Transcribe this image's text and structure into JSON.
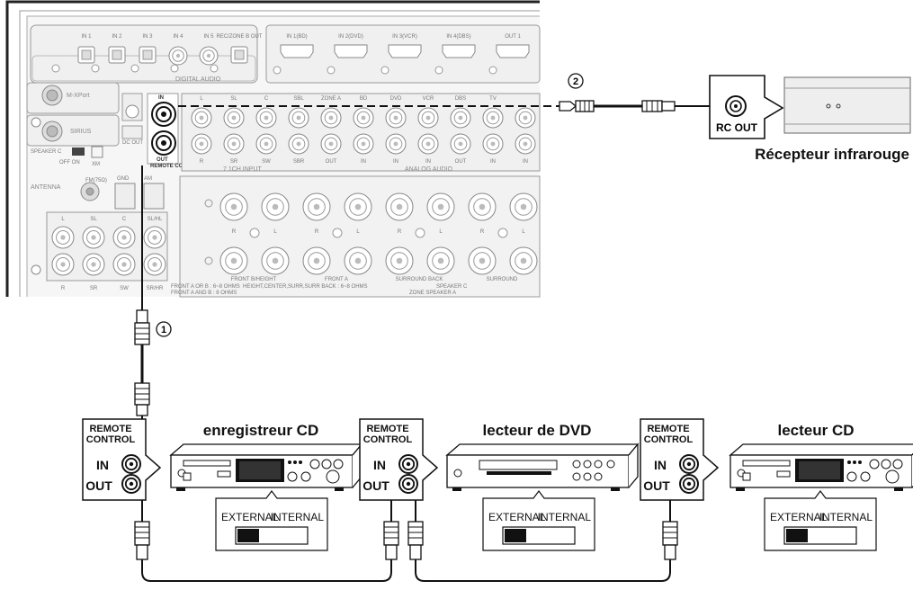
{
  "receiver_panel": {
    "digital_audio_label": "DIGITAL AUDIO",
    "digital_inputs": [
      "IN 1",
      "IN 2",
      "IN 3",
      "IN 4",
      "IN 5",
      "REC/ZONE B OUT"
    ],
    "hdmi_inputs": [
      "IN 1(BD)",
      "IN 2(DVD)",
      "IN 3(VCR)",
      "IN 4(DBS)",
      "OUT 1"
    ],
    "m_xport": "M-XPort",
    "sirius": "SIRIUS",
    "speaker_c": "SPEAKER C",
    "speaker_c_switch": "OFF ON",
    "xm": "XM",
    "antenna": "ANTENNA",
    "fm": "FM(75Ω)",
    "gnd": "GND",
    "am": "AM",
    "dc_out": "DC OUT",
    "remote_in": "IN",
    "remote_out": "OUT",
    "remote_cont": "REMOTE CONT.",
    "analog_audio_label": "ANALOG AUDIO",
    "input_71ch": "7.1CH INPUT",
    "analog_top": [
      "L",
      "SL",
      "C",
      "SBL",
      "ZONE A",
      "BD",
      "DVD",
      "VCR",
      "DBS",
      "TV"
    ],
    "analog_bottom": [
      "R",
      "SR",
      "SW",
      "SBR",
      "OUT",
      "IN",
      "IN",
      "IN",
      "OUT",
      "IN",
      "IN"
    ],
    "preout_top": [
      "L",
      "SL",
      "C",
      "SL/HL"
    ],
    "preout_bottom": [
      "R",
      "SR",
      "SW",
      "SR/HR"
    ],
    "speaker_groups": [
      "FRONT B/HEIGHT",
      "FRONT A",
      "SURROUND BACK",
      "SURROUND"
    ],
    "speaker_c_zone": "SPEAKER C",
    "zone_speaker": "ZONE SPEAKER A",
    "impedance_notes": [
      "FRONT A OR B : 6~8 OHMS",
      "FRONT A AND B : 8 OHMS",
      "HEIGHT,CENTER,SURR,SURR BACK : 6~8 OHMS"
    ]
  },
  "connectors": {
    "marker_1": "1",
    "marker_2": "2"
  },
  "ir_receiver": {
    "port_label": "RC OUT",
    "name": "Récepteur infrarouge"
  },
  "remote_control_label": [
    "REMOTE",
    "CONTROL"
  ],
  "jack_labels": {
    "in": "IN",
    "out": "OUT"
  },
  "switch": {
    "external": "EXTERNAL",
    "internal": "INTERNAL"
  },
  "devices": [
    {
      "name": "enregistreur CD"
    },
    {
      "name": "lecteur de DVD"
    },
    {
      "name": "lecteur CD"
    }
  ],
  "colors": {
    "line": "#111111",
    "panel_line": "#8a8a8a",
    "panel_fill": "#f4f4f4",
    "switch_knob": "#111111"
  }
}
